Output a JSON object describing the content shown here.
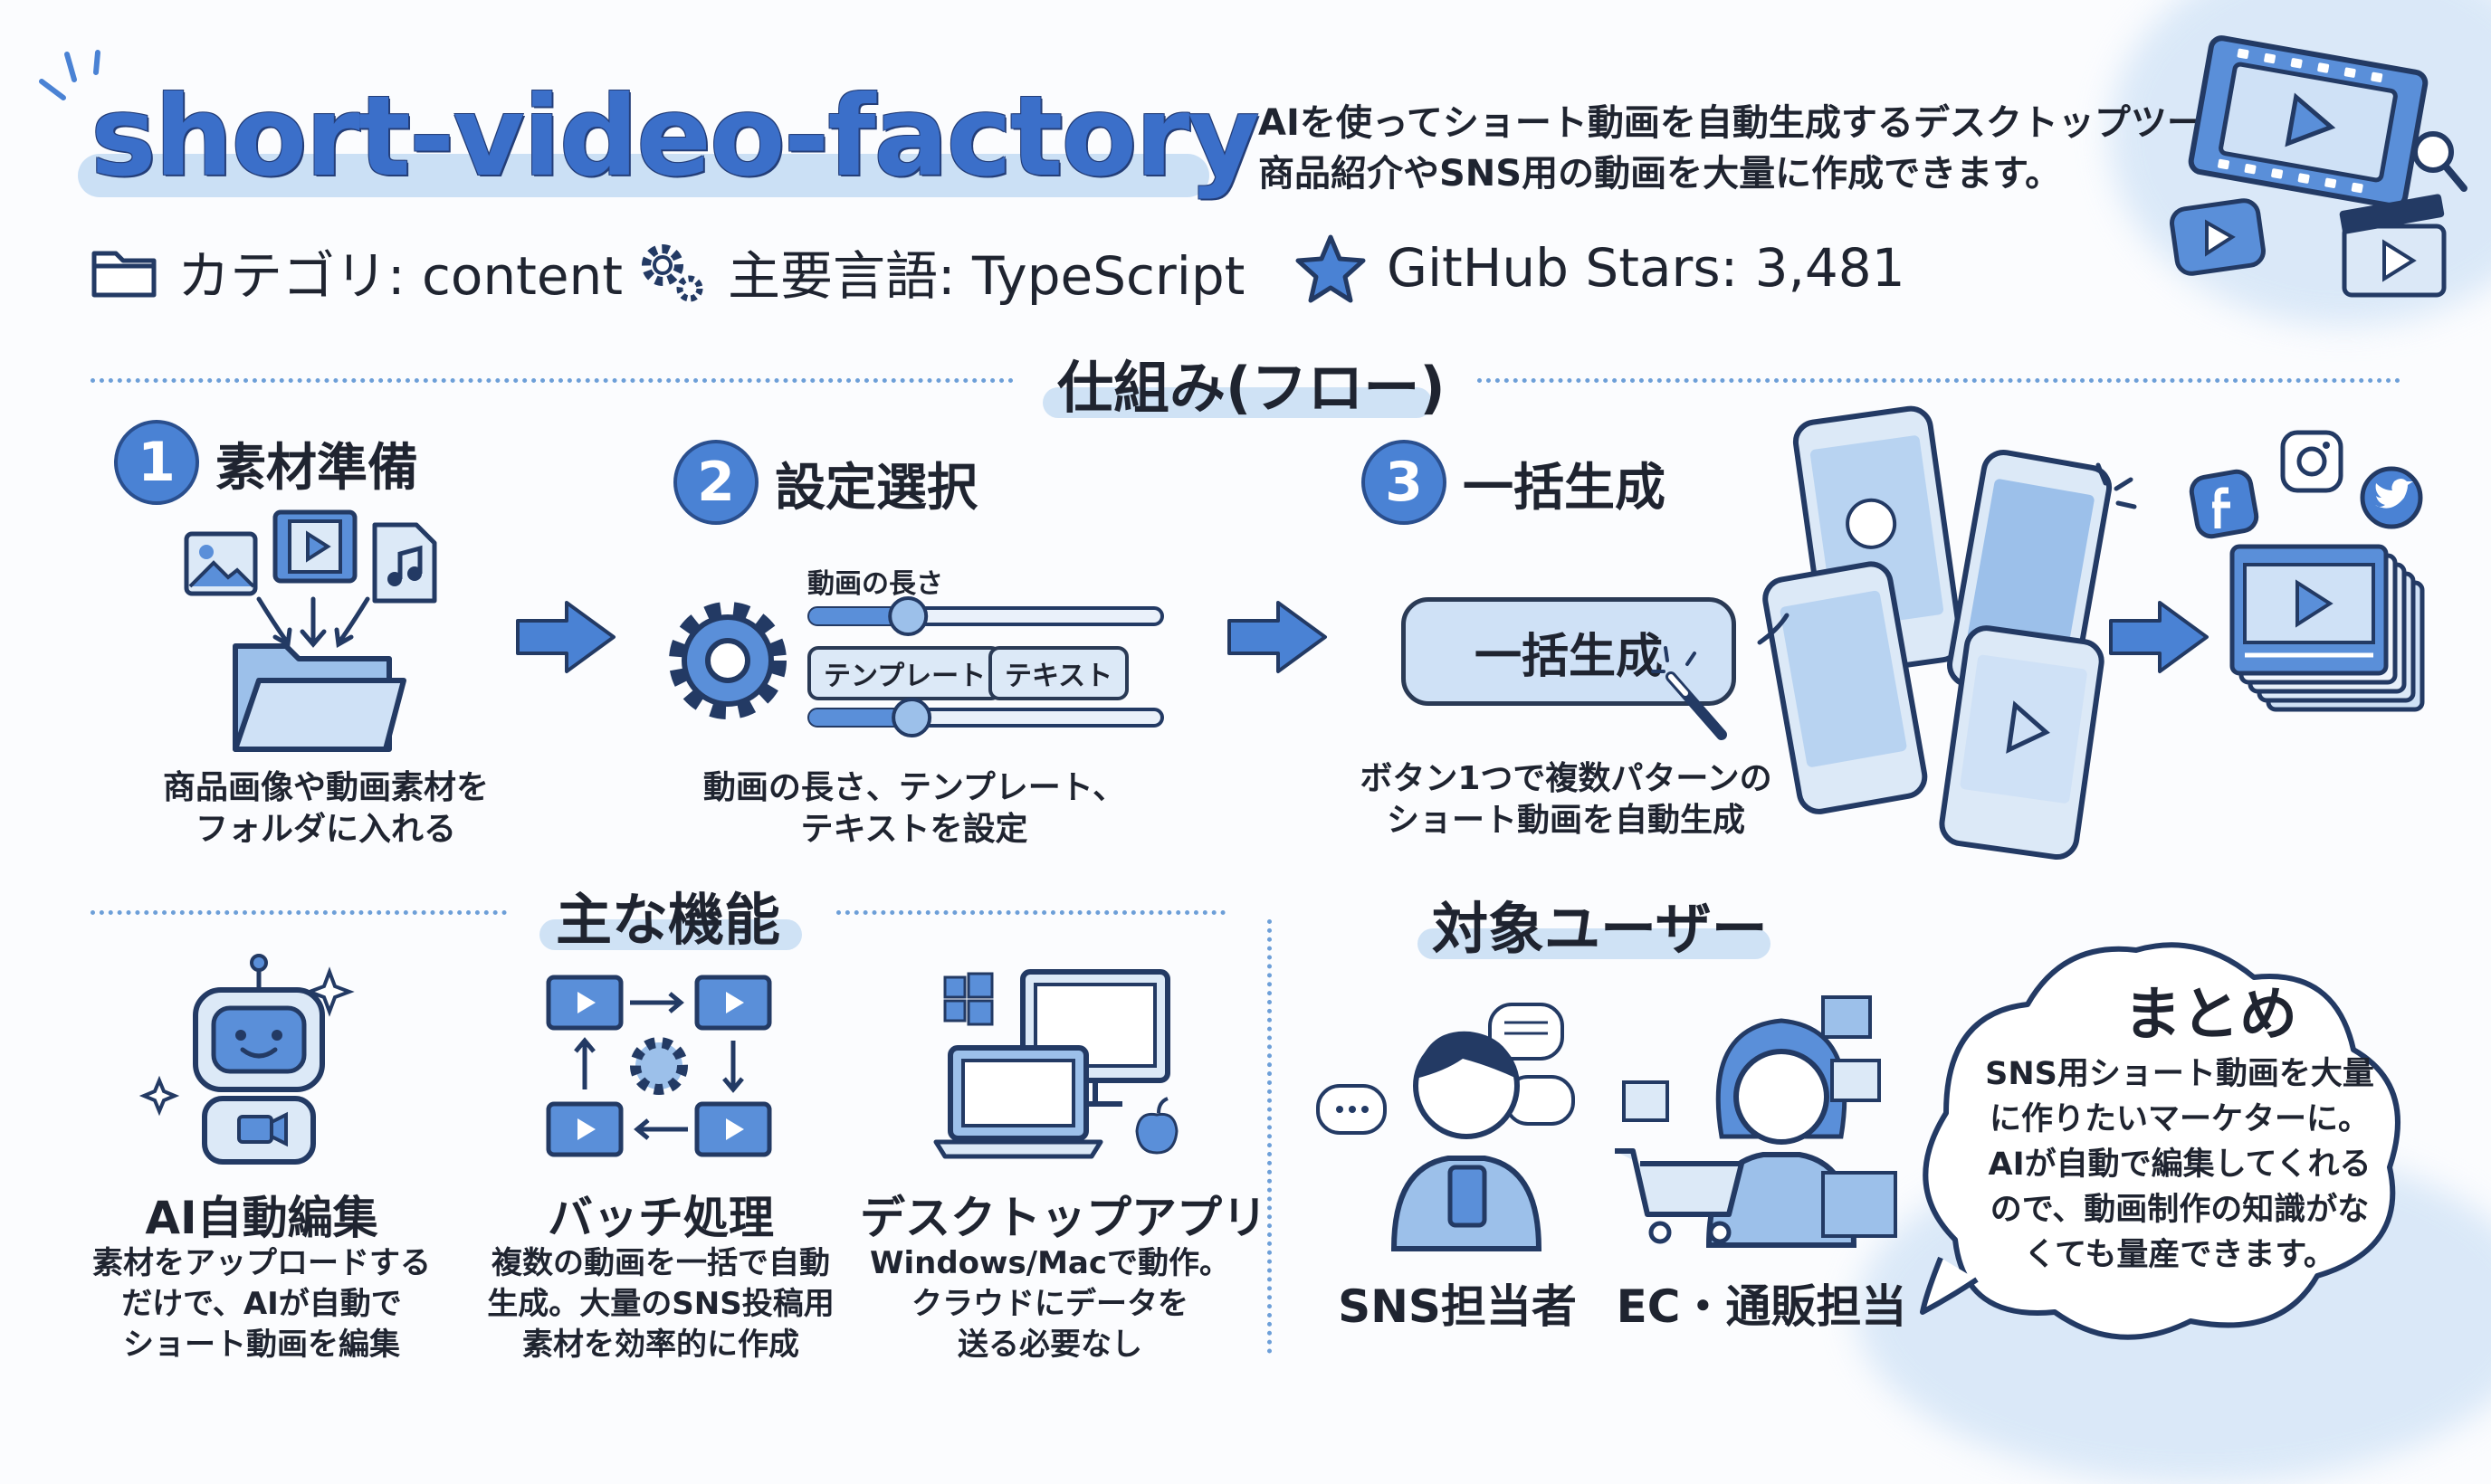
{
  "header": {
    "title": "short-video-factory",
    "description_line1": "AIを使ってショート動画を自動生成するデスクトップツール。",
    "description_line2": "商品紹介やSNS用の動画を大量に作成できます。"
  },
  "meta": {
    "category": "カテゴリ: content",
    "language": "主要言語: TypeScript",
    "stars": "GitHub Stars: 3,481"
  },
  "flow": {
    "section_title": "仕組み(フロー)",
    "steps": [
      {
        "number": "1",
        "label": "素材準備",
        "caption_line1": "商品画像や動画素材を",
        "caption_line2": "フォルダに入れる"
      },
      {
        "number": "2",
        "label": "設定選択",
        "caption_line1": "動画の長さ、テンプレート、",
        "caption_line2": "テキストを設定"
      },
      {
        "number": "3",
        "label": "一括生成",
        "caption_line1": "ボタン1つで複数パターンの",
        "caption_line2": "ショート動画を自動生成"
      }
    ],
    "settings": {
      "length_label": "動画の長さ",
      "template_pill": "テンプレート",
      "text_pill": "テキスト",
      "slider_top_value": 0.28,
      "slider_bottom_value": 0.29
    },
    "generate_button": "一括生成"
  },
  "features": {
    "section_title": "主な機能",
    "items": [
      {
        "title": "AI自動編集",
        "desc_line1": "素材をアップロードする",
        "desc_line2": "だけで、AIが自動で",
        "desc_line3": "ショート動画を編集"
      },
      {
        "title": "バッチ処理",
        "desc_line1": "複数の動画を一括で自動",
        "desc_line2": "生成。大量のSNS投稿用",
        "desc_line3": "素材を効率的に作成"
      },
      {
        "title": "デスクトップアプリ",
        "desc_line1": "Windows/Macで動作。",
        "desc_line2": "クラウドにデータを",
        "desc_line3": "送る必要なし"
      }
    ]
  },
  "users": {
    "section_title": "対象ユーザー",
    "items": [
      {
        "label": "SNS担当者"
      },
      {
        "label": "EC・通販担当"
      }
    ]
  },
  "summary": {
    "title": "まとめ",
    "line1": "SNS用ショート動画を大量",
    "line2": "に作りたいマーケターに。",
    "line3": "AIが自動で編集してくれる",
    "line4": "ので、動画制作の知識がな",
    "line5": "くても量産できます。"
  },
  "colors": {
    "accent": "#4a82d4",
    "outline": "#2a3a55",
    "wash": "#cfe2f6"
  }
}
